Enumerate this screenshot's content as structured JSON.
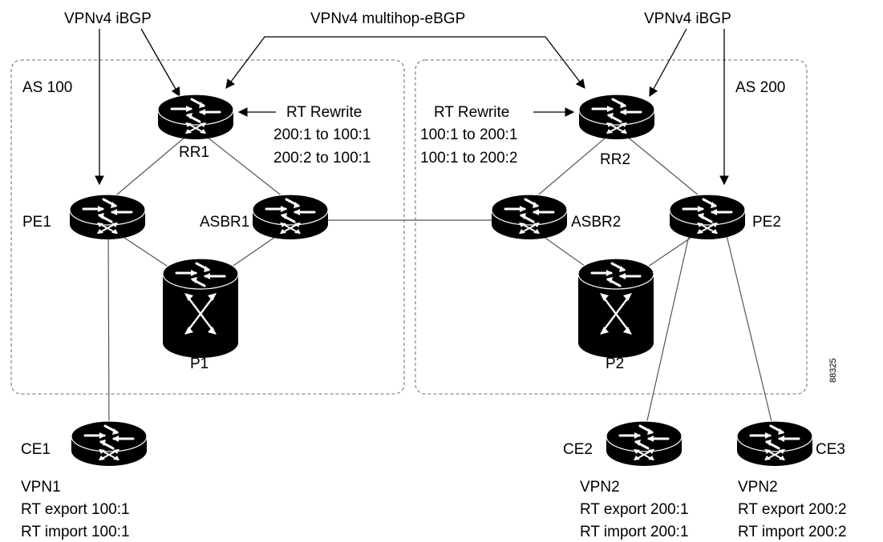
{
  "sessions": {
    "ibgp_left": "VPNv4 iBGP",
    "ebgp": "VPNv4 multihop-eBGP",
    "ibgp_right": "VPNv4 iBGP"
  },
  "as_left": {
    "label": "AS 100"
  },
  "as_right": {
    "label": "AS 200"
  },
  "rt_rewrite_left": {
    "title": "RT Rewrite",
    "line1": "200:1 to 100:1",
    "line2": "200:2 to 100:1"
  },
  "rt_rewrite_right": {
    "title": "RT Rewrite",
    "line1": "100:1 to 200:1",
    "line2": "100:1 to 200:2"
  },
  "devices": {
    "rr1": "RR1",
    "rr2": "RR2",
    "pe1": "PE1",
    "pe2": "PE2",
    "asbr1": "ASBR1",
    "asbr2": "ASBR2",
    "p1": "P1",
    "p2": "P2",
    "ce1": "CE1",
    "ce2": "CE2",
    "ce3": "CE3"
  },
  "vpn_ce1": {
    "name": "VPN1",
    "export": "RT export 100:1",
    "import": "RT import 100:1"
  },
  "vpn_ce2": {
    "name": "VPN2",
    "export": "RT export 200:1",
    "import": "RT import 200:1"
  },
  "vpn_ce3": {
    "name": "VPN2",
    "export": "RT export 200:2",
    "import": "RT import 200:2"
  },
  "figure_id": "88325",
  "colors": {
    "device": "#000000",
    "device_glyph": "#ffffff",
    "as_border": "#8a8a8a",
    "link": "#555555"
  },
  "icons": {
    "router": "router-icon",
    "switch": "switch-icon"
  }
}
